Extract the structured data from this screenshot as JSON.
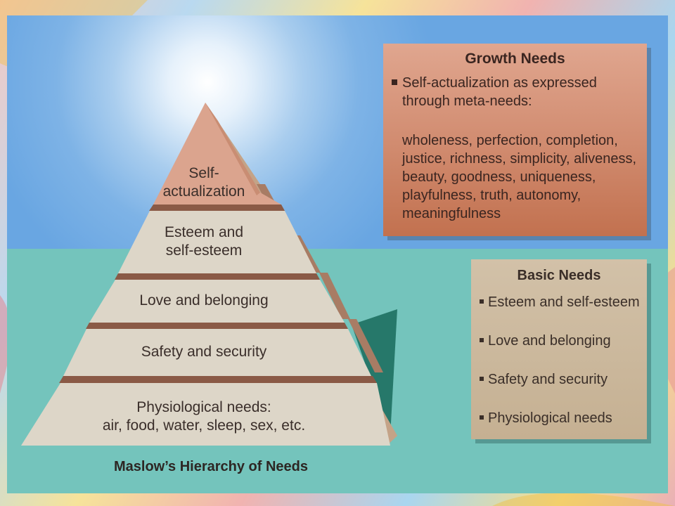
{
  "diagram": {
    "pyramid_tiers": [
      {
        "label": "Self-\nactualization"
      },
      {
        "label": "Esteem and\nself-esteem"
      },
      {
        "label": "Love and belonging"
      },
      {
        "label": "Safety and security"
      },
      {
        "label": "Physiological needs:\nair, food, water, sleep, sex, etc."
      }
    ],
    "caption": "Maslow’s Hierarchy of Needs",
    "growth_needs": {
      "title": "Growth Needs",
      "lines": [
        "Self-actualization as expressed",
        "through meta-needs:",
        "wholeness, perfection, completion,",
        "justice, richness, simplicity, aliveness,",
        "beauty, goodness, uniqueness,",
        "playfulness, truth, autonomy,",
        "meaningfulness"
      ]
    },
    "basic_needs": {
      "title": "Basic Needs",
      "items": [
        "Esteem and self-esteem",
        "Love and belonging",
        "Safety and security",
        "Physiological needs"
      ]
    }
  },
  "colors": {
    "top_tier": "#dba48e",
    "tier_face": "#ddd6c8",
    "band": "#8a5a46",
    "side": "#c9a98e",
    "ground": "#74c4bc",
    "sky": "#69a6e2",
    "dark_shadow": "#26786a"
  }
}
